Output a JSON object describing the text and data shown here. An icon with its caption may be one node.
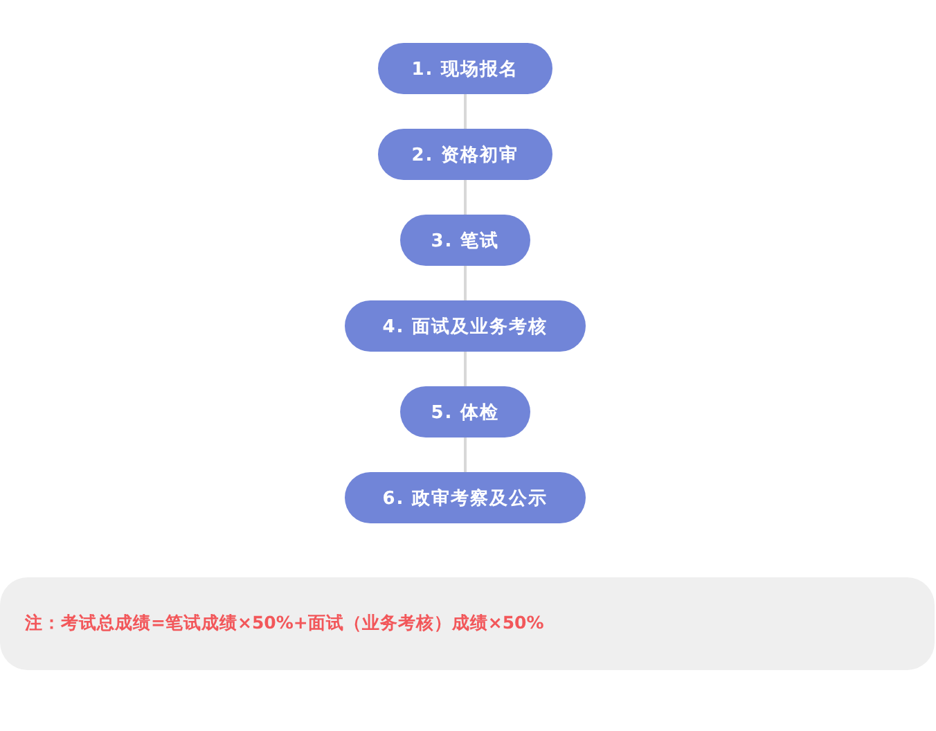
{
  "diagram": {
    "nodes": [
      {
        "text": [
          "1. 现场报名"
        ]
      },
      {
        "text": [
          "2. 资格初审"
        ]
      },
      {
        "text": [
          "3. 笔试"
        ]
      },
      {
        "text": [
          "4. 面试及业务考核"
        ]
      },
      {
        "text": [
          "5. 体检"
        ]
      },
      {
        "text": [
          "6. 政审考察及公示"
        ]
      },
      {
        "text": [
          "注：考试总成绩=笔试成绩×50%+面试（业务考核）成绩×50%"
        ]
      }
    ],
    "edges": [
      {
        "from": 0,
        "to": 1,
        "arrow": "none"
      },
      {
        "from": 1,
        "to": 2,
        "arrow": "none"
      },
      {
        "from": 2,
        "to": 3,
        "arrow": "none"
      },
      {
        "from": 3,
        "to": 4,
        "arrow": "none"
      },
      {
        "from": 4,
        "to": 5,
        "arrow": "none"
      }
    ]
  }
}
